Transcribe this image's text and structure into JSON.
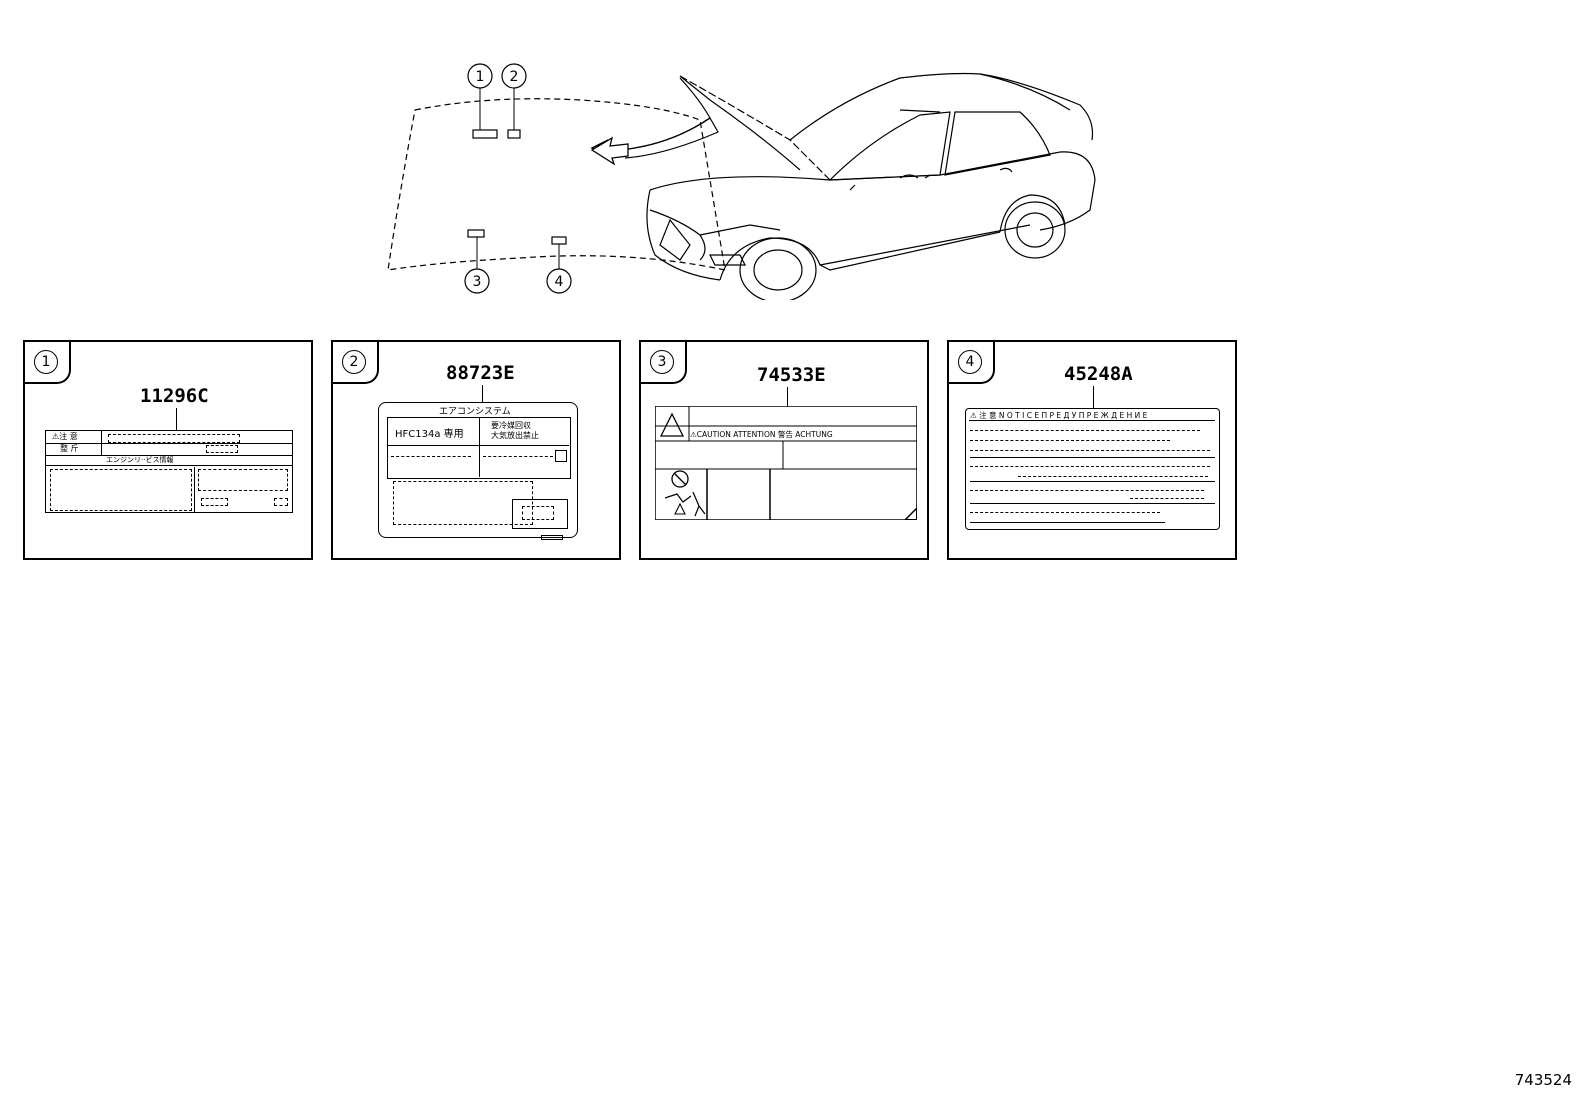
{
  "overview": {
    "callouts": [
      "1",
      "2",
      "3",
      "4"
    ]
  },
  "panels": [
    {
      "index": "1",
      "part_number": "11296C",
      "label_texts": {
        "caution_jp": "⚠注 意",
        "line2_jp": "整 斤",
        "line3_jp": "エンジンリ··ビス情報"
      }
    },
    {
      "index": "2",
      "part_number": "88723E",
      "label_texts": {
        "header_jp": "エアコンシステム",
        "refrigerant": "HFC134a 専用",
        "recovery_jp_1": "要冷媒回収",
        "recovery_jp_2": "大気放出禁止"
      }
    },
    {
      "index": "3",
      "part_number": "74533E",
      "label_texts": {
        "languages": "⚠CAUTION  ATTENTION  警告  ACHTUNG"
      }
    },
    {
      "index": "4",
      "part_number": "45248A",
      "label_texts": {
        "header": "⚠ 注 意   N O T I C E   П Р Е Д У П Р Е Ж Д Е Н И Е"
      }
    }
  ],
  "figure_id": "743524"
}
